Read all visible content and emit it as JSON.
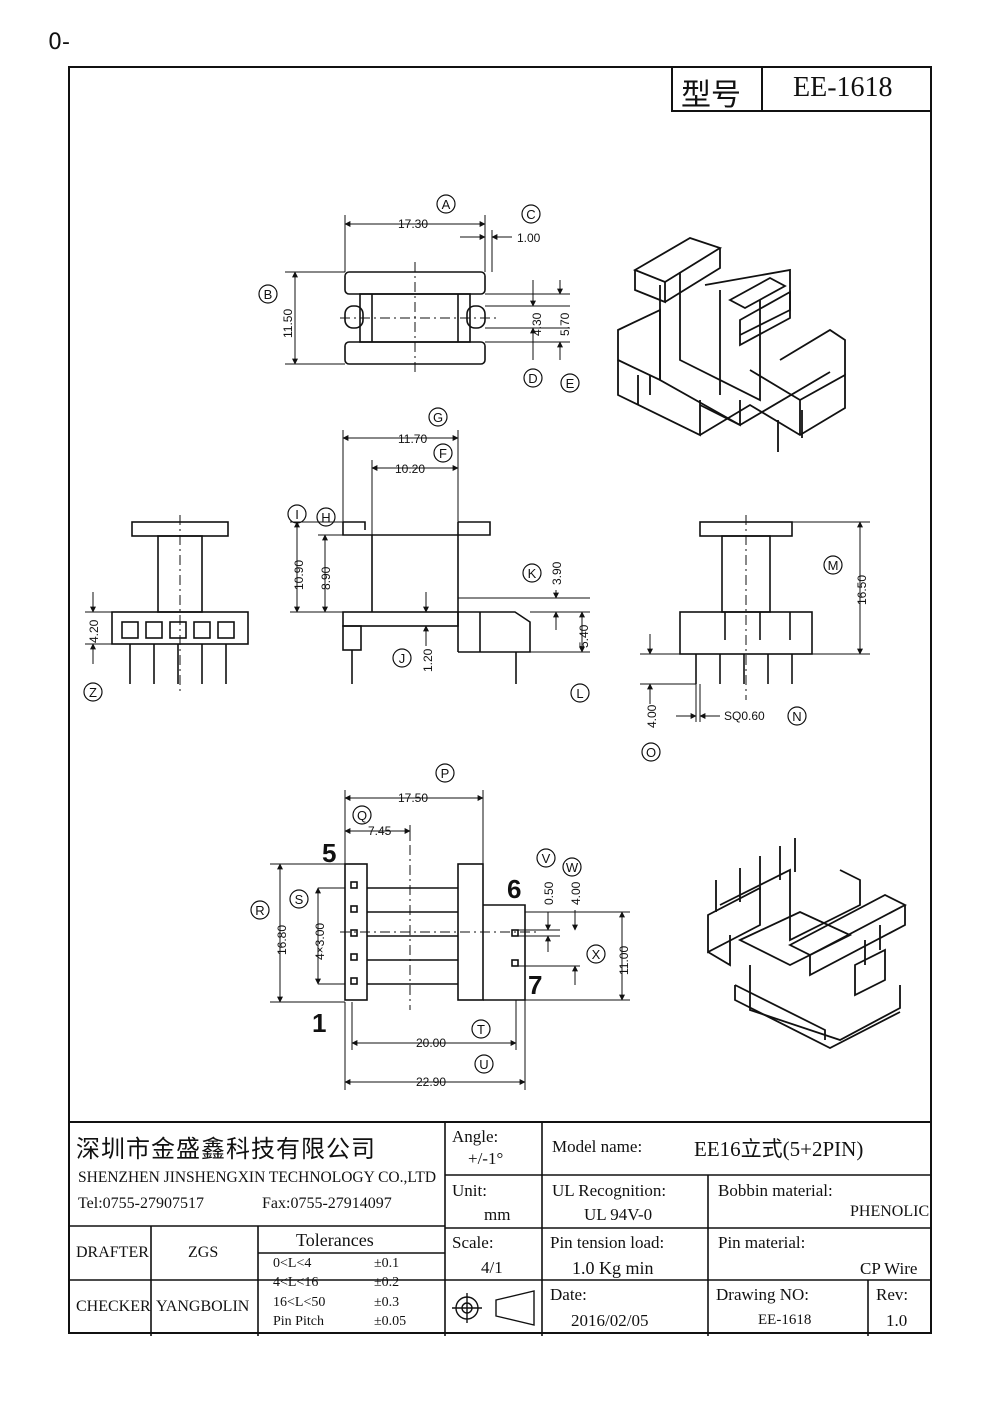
{
  "corner_mark": "0-",
  "header": {
    "type_label": "型号",
    "type_value": "EE-1618"
  },
  "dimensions": {
    "A": "17.30",
    "C": "1.00",
    "B": "11.50",
    "D": "4.30",
    "E": "5.70",
    "G": "11.70",
    "F": "10.20",
    "I": "10.90",
    "H": "8.90",
    "J": "1.20",
    "K": "3.90",
    "L": "5.40",
    "Z": "4.20",
    "M": "16.50",
    "O": "4.00",
    "N": "SQ0.60",
    "P": "17.50",
    "Q": "7.45",
    "R": "16.80",
    "S": "4×3.00",
    "V": "0.50",
    "W": "4.00",
    "X": "11.00",
    "T": "20.00",
    "U": "22.90"
  },
  "pin_numbers": {
    "p5": "5",
    "p6": "6",
    "p1": "1",
    "p7": "7"
  },
  "title_block": {
    "company_cn": "深圳市金盛鑫科技有限公司",
    "company_en": "SHENZHEN JINSHENGXIN TECHNOLOGY CO.,LTD",
    "tel": "Tel:0755-27907517",
    "fax": "Fax:0755-27914097",
    "angle_label": "Angle:",
    "angle_value": "+/-1°",
    "unit_label": "Unit:",
    "unit_value": "mm",
    "scale_label": "Scale:",
    "scale_value": "4/1",
    "model_label": "Model name:",
    "model_value": "EE16立式(5+2PIN)",
    "ul_label": "UL Recognition:",
    "ul_value": "UL 94V-0",
    "bobbin_label": "Bobbin material:",
    "bobbin_value": "PHENOLIC",
    "pin_tension_label": "Pin tension load:",
    "pin_tension_value": "1.0 Kg min",
    "pin_material_label": "Pin material:",
    "pin_material_value": "CP Wire",
    "drafter_label": "DRAFTER",
    "drafter_value": "ZGS",
    "checker_label": "CHECKER",
    "checker_value": "YANGBOLIN",
    "tolerances_title": "Tolerances",
    "tolerances": [
      {
        "range": "0<L<4",
        "value": "±0.1"
      },
      {
        "range": "4<L<16",
        "value": "±0.2"
      },
      {
        "range": "16<L<50",
        "value": "±0.3"
      },
      {
        "range": "Pin Pitch",
        "value": "±0.05"
      }
    ],
    "date_label": "Date:",
    "date_value": "2016/02/05",
    "drawing_no_label": "Drawing NO:",
    "drawing_no_value": "EE-1618",
    "rev_label": "Rev:",
    "rev_value": "1.0"
  }
}
